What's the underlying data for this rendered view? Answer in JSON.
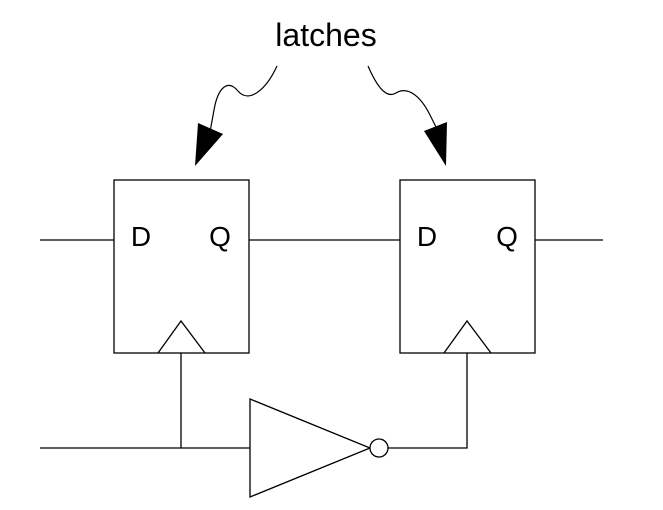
{
  "diagram": {
    "caption": "latches",
    "latches": [
      {
        "d_label": "D",
        "q_label": "Q"
      },
      {
        "d_label": "D",
        "q_label": "Q"
      }
    ]
  }
}
